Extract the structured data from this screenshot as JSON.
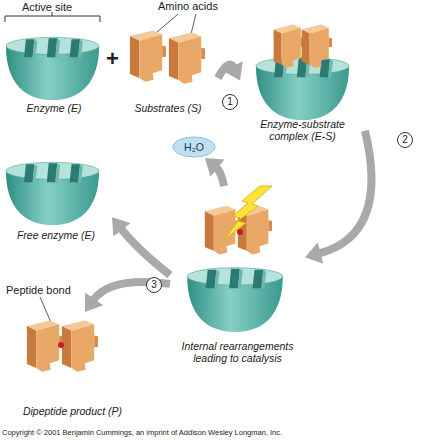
{
  "diagram": {
    "nodes": [
      {
        "text": [
          "Enzyme (E)"
        ]
      },
      {
        "text": [
          "Substrates (S)"
        ]
      },
      {
        "text": [
          "Enzyme-substrate complex (E-S)"
        ]
      },
      {
        "text": [
          "H₂O"
        ]
      },
      {
        "text": [
          "Free enzyme (E)"
        ]
      },
      {
        "text": [
          "Internal rearrangements leading to catalysis"
        ]
      },
      {
        "text": [
          "Dipeptide product (P)"
        ]
      }
    ],
    "edges": [
      {
        "from": 1,
        "to": 2,
        "label": "1",
        "arrow": "to"
      },
      {
        "from": 2,
        "to": 5,
        "label": "2",
        "arrow": "to"
      },
      {
        "from": 5,
        "to": 3,
        "arrow": "to"
      },
      {
        "from": 5,
        "to": 4,
        "label": "3",
        "arrow": "to"
      },
      {
        "from": 5,
        "to": 6,
        "arrow": "to"
      }
    ],
    "labels": [
      "Active site",
      "Amino acids",
      "+",
      "Peptide bond",
      "Copyright © 2001 Benjamin Cummings, an imprint of Addison Wesley Longman, Inc."
    ]
  }
}
